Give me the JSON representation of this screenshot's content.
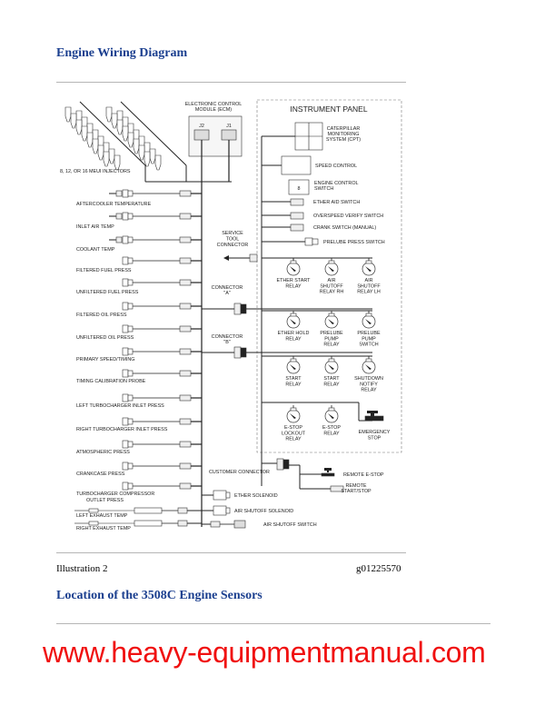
{
  "heading": "Engine Wiring Diagram",
  "caption": {
    "label": "Illustration 2",
    "id": "g01225570"
  },
  "subheading": "Location of the 3508C Engine Sensors",
  "watermark": "www.heavy-equipmentmanual.com",
  "colors": {
    "heading": "#1b3f8f",
    "watermark": "#f01010"
  },
  "diagram": {
    "ecm_label": [
      "ELECTRONIC CONTROL",
      "MODULE (ECM)"
    ],
    "ecm_j2": "J2",
    "ecm_j1": "J1",
    "injectors_label": "8, 12, OR 16 MEUI INJECTORS",
    "panel_title": "INSTRUMENT PANEL",
    "sensors": [
      "AFTERCOOLER TEMPERATURE",
      "INLET AIR TEMP",
      "COOLANT TEMP",
      "FILTERED FUEL PRESS",
      "UNFILTERED FUEL PRESS",
      "FILTERED OIL PRESS",
      "UNFILTERED OIL PRESS",
      "PRIMARY SPEED/TIMING",
      "TIMING CALIBRATION PROBE",
      "LEFT TURBOCHARGER INLET PRESS",
      "RIGHT TURBOCHARGER INLET PRESS",
      "ATMOSPHERIC PRESS",
      "CRANKCASE PRESS",
      "TURBOCHARGER COMPRESSOR",
      "OUTLET PRESS",
      "LEFT EXHAUST TEMP",
      "RIGHT EXHAUST TEMP"
    ],
    "panel_items": {
      "cms": [
        "CATERPILLAR",
        "MONITORING",
        "SYSTEM (CPT)"
      ],
      "speed_control": "SPEED CONTROL",
      "engine_control": [
        "ENGINE CONTROL",
        "SWITCH"
      ],
      "ether_aid": "ETHER AID SWITCH",
      "overspeed": "OVERSPEED VERIFY SWITCH",
      "crank": "CRANK SWITCH (MANUAL)",
      "prelube_press": "PRELUBE PRESS SWITCH"
    },
    "service_tool": [
      "SERVICE",
      "TOOL",
      "CONNECTOR"
    ],
    "connector_a": [
      "CONNECTOR",
      "\"A\""
    ],
    "connector_b": [
      "CONNECTOR",
      "\"B\""
    ],
    "relays": [
      [
        "ETHER START",
        "RELAY"
      ],
      [
        "AIR",
        "SHUTOFF",
        "RELAY RH"
      ],
      [
        "AIR",
        "SHUTOFF",
        "RELAY LH"
      ],
      [
        "ETHER HOLD",
        "RELAY"
      ],
      [
        "PRELUBE",
        "PUMP",
        "RELAY"
      ],
      [
        "PRELUBE",
        "PUMP",
        "SWITCH"
      ],
      [
        "START",
        "RELAY"
      ],
      [
        "START",
        "RELAY"
      ],
      [
        "SHUTDOWN",
        "NOTIFY",
        "RELAY"
      ],
      [
        "E-STOP",
        "LOCKOUT",
        "RELAY"
      ],
      [
        "E-STOP",
        "RELAY"
      ]
    ],
    "emergency_stop": [
      "EMERGENCY",
      "STOP"
    ],
    "customer_connector": "CUSTOMER CONNECTOR",
    "remote_estop": "REMOTE E-STOP",
    "remote_startstop": [
      "REMOTE",
      "START/STOP"
    ],
    "ether_solenoid": "ETHER SOLENOID",
    "air_shutoff_solenoid": "AIR SHUTOFF SOLENOID",
    "air_shutoff_switch": "AIR SHUTOFF SWITCH"
  }
}
